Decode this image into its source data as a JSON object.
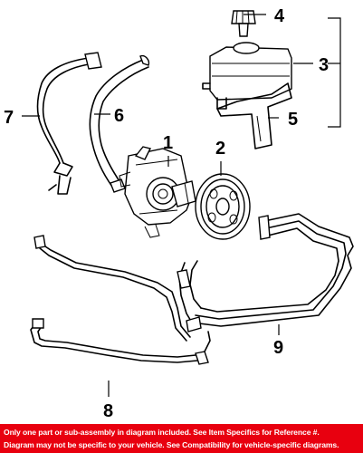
{
  "callouts": {
    "c1": "1",
    "c2": "2",
    "c3": "3",
    "c4": "4",
    "c5": "5",
    "c6": "6",
    "c7": "7",
    "c8": "8",
    "c9": "9"
  },
  "footer": {
    "line1": "Only one part or sub-assembly in diagram included. See Item Specifics for Reference #.",
    "line2": "Diagram may not be specific to your vehicle. See Compatibility for vehicle-specific diagrams."
  },
  "colors": {
    "footer_bg": "#e8000f",
    "footer_text": "#ffffff",
    "line": "#000000"
  }
}
